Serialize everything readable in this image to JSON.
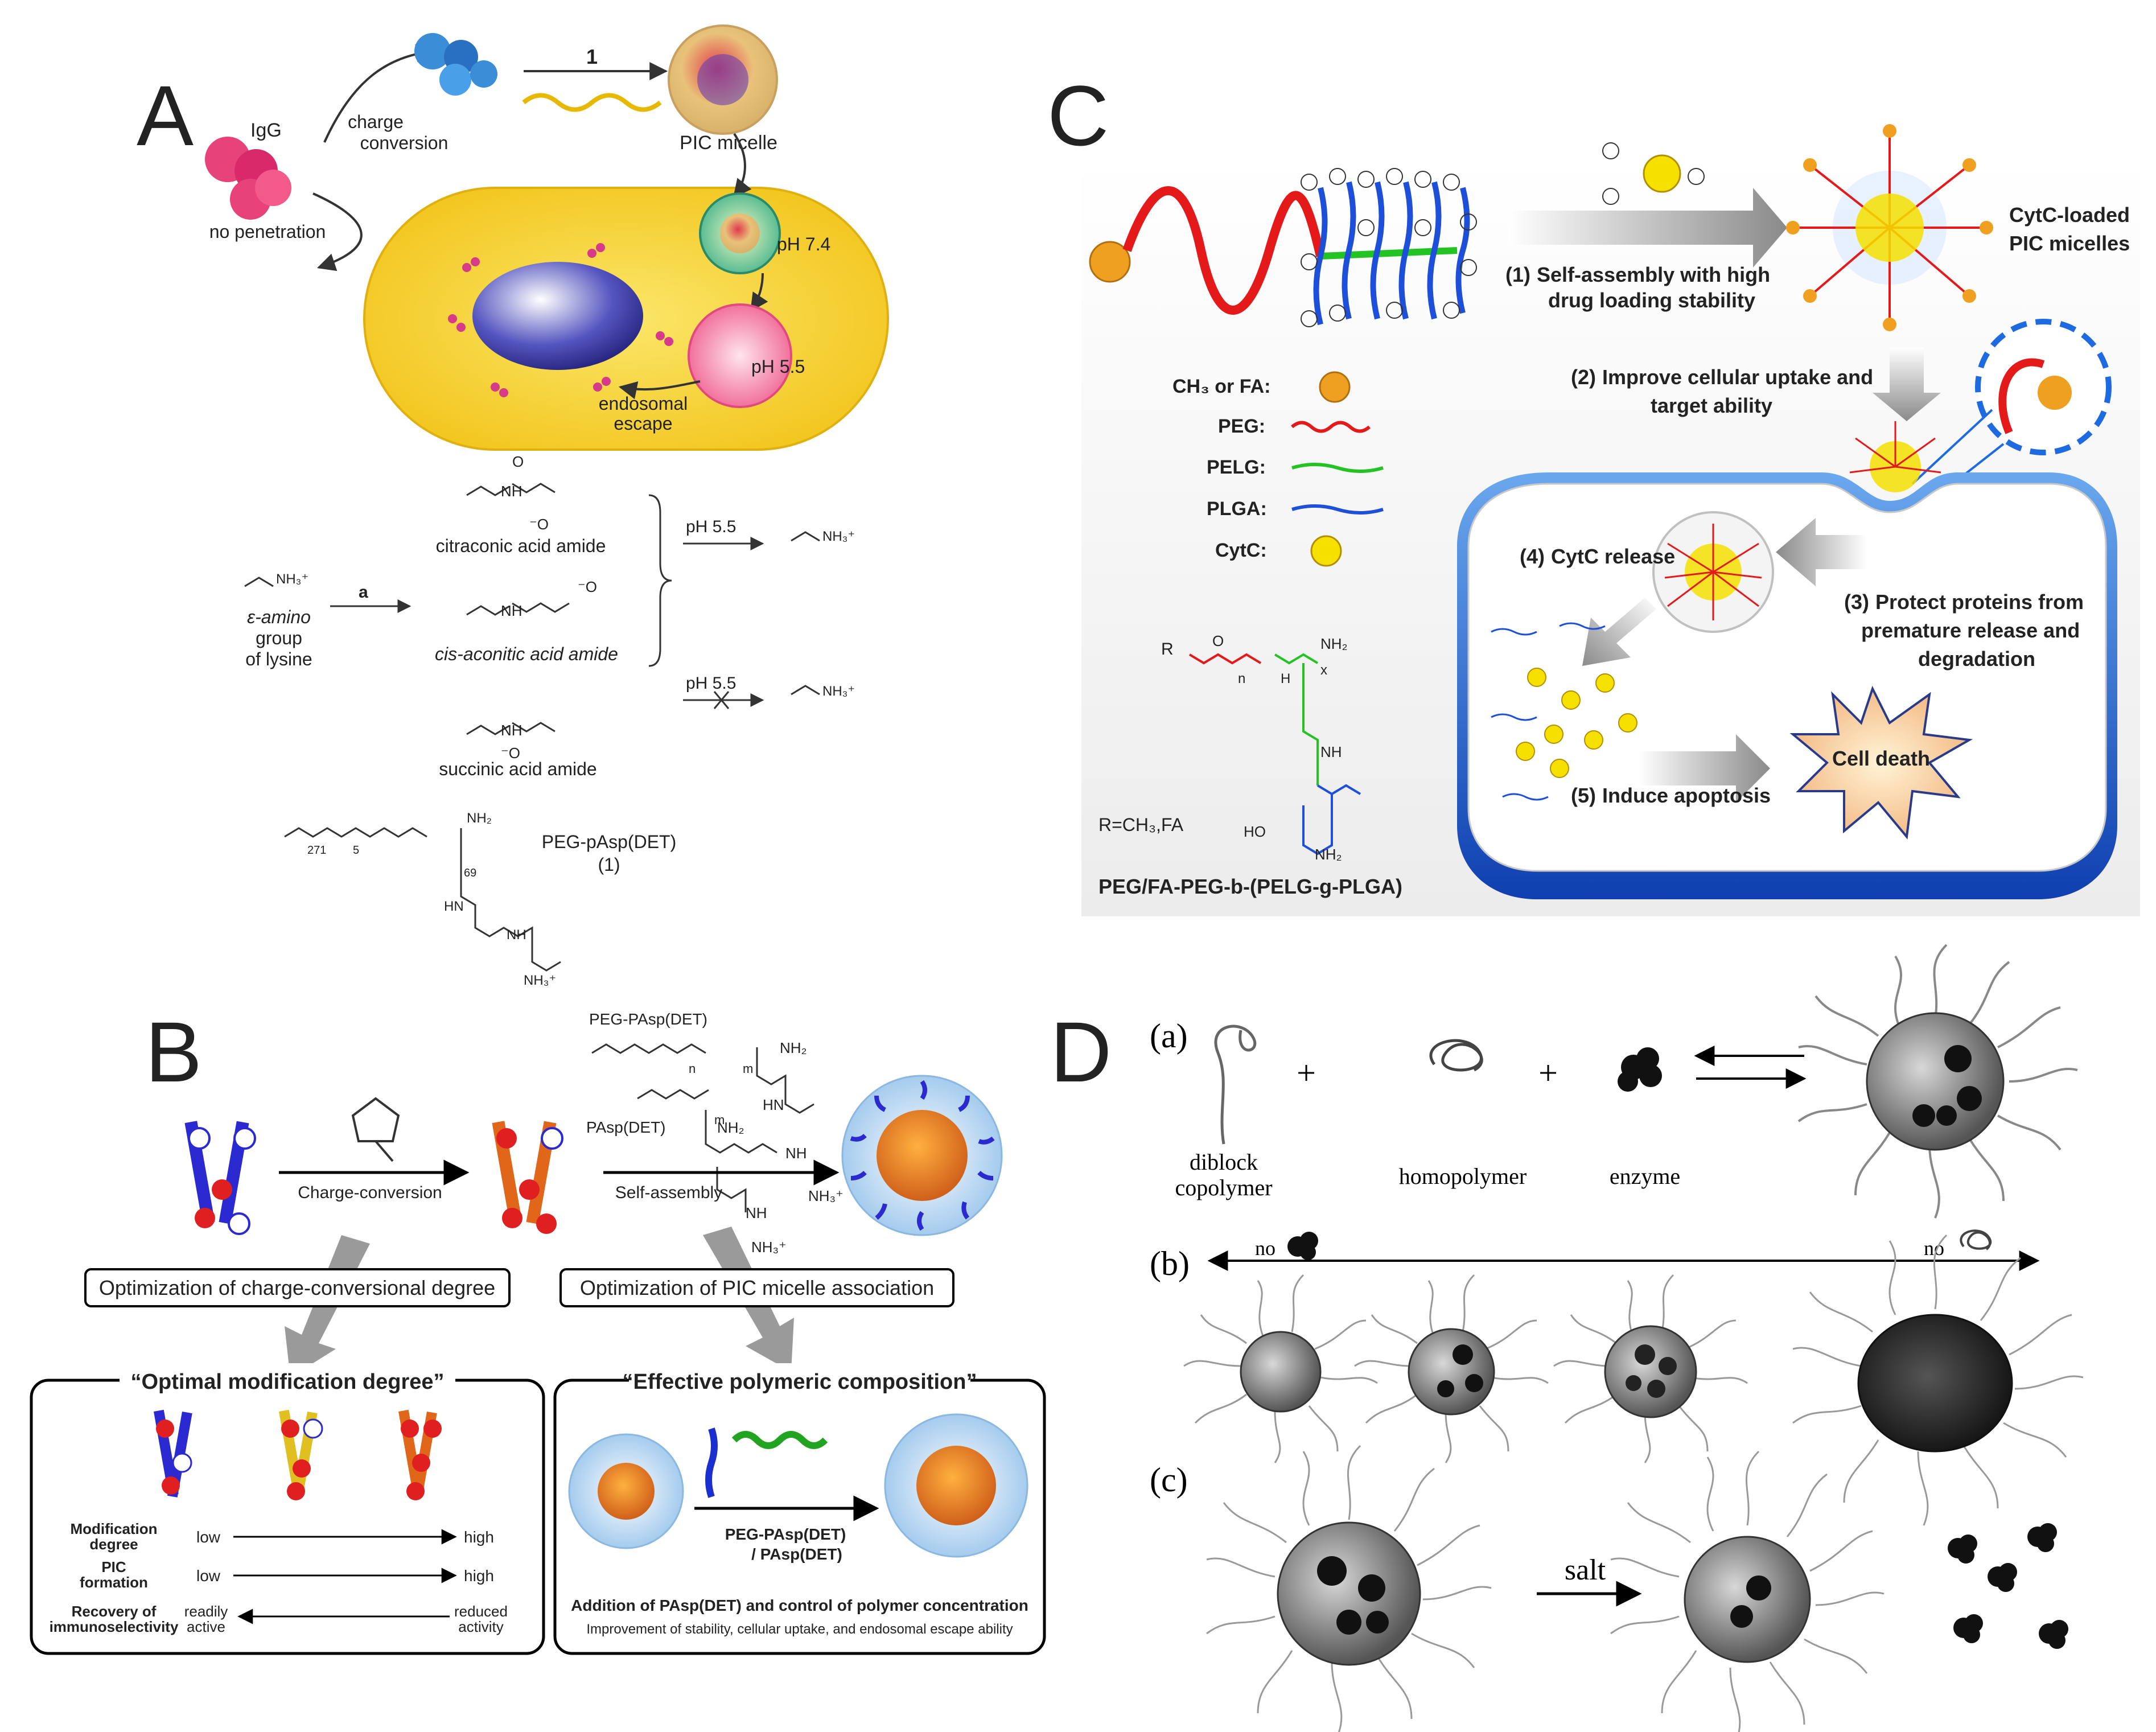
{
  "panel_labels": {
    "a": "A",
    "b": "B",
    "c": "C",
    "d": "D"
  },
  "panelA": {
    "igg": "IgG",
    "charge_line1": "charge",
    "charge_line2": "conversion",
    "arrow_num": "1",
    "pic_micelle": "PIC micelle",
    "no_penetration": "no penetration",
    "ph74": "pH 7.4",
    "ph55": "pH 5.5",
    "endo_line1": "endosomal",
    "endo_line2": "escape",
    "citraconic": "citraconic acid amide",
    "cis_aconitic": "cis-aconitic acid amide",
    "succinic": "succinic acid amide",
    "ph55_top": "pH 5.5",
    "ph55_bot": "pH 5.5",
    "arrow_a": "a",
    "eps_line1": "ε-amino",
    "eps_line2": "group",
    "eps_line3": "of lysine",
    "nh3": "NH₃⁺",
    "nh": "NH",
    "o": "O",
    "ominus": "⁻O",
    "peg_pasp": "PEG-pAsp(DET)",
    "peg_pasp_num": "(1)",
    "sub271": "271",
    "sub5": "5",
    "sub69": "69",
    "hn": "HN",
    "nh2": "NH₂"
  },
  "panelB": {
    "charge_conversion": "Charge-conversion",
    "peg_pasp_det": "PEG-PAsp(DET)",
    "pasp_det": "PAsp(DET)",
    "self_assembly": "Self-assembly",
    "m": "m",
    "n": "n",
    "nh2": "NH₂",
    "nh": "NH",
    "nh3": "NH₃⁺",
    "hn": "HN",
    "opt_charge": "Optimization of charge-conversional degree",
    "opt_pic": "Optimization of PIC micelle association",
    "optimal_mod": "“Optimal modification degree”",
    "effective_poly": "“Effective polymeric composition”",
    "mod_line1": "Modification",
    "mod_line2": "degree",
    "pic_line1": "PIC",
    "pic_line2": "formation",
    "rec_line1": "Recovery of",
    "rec_line2": "immunoselectivity",
    "low": "low",
    "high": "high",
    "readily_line1": "readily",
    "readily_line2": "active",
    "reduced_line1": "reduced",
    "reduced_line2": "activity",
    "peg_pasp2": "PEG-PAsp(DET)",
    "pasp2": "/ PAsp(DET)",
    "addition": "Addition of PAsp(DET) and control of polymer concentration",
    "improvement": "Improvement of stability, cellular uptake, and endosomal escape ability"
  },
  "panelC": {
    "step1_num": "(1)",
    "step1_line1": "Self-assembly with high",
    "step1_line2": "drug loading stability",
    "cytc_loaded_line1": "CytC-loaded",
    "cytc_loaded_line2": "PIC micelles",
    "step2_num": "(2)",
    "step2_line1": "Improve cellular uptake and",
    "step2_line2": "target ability",
    "ch3_fa": "CH₃ or FA:",
    "peg": "PEG:",
    "pelg": "PELG:",
    "plga": "PLGA:",
    "cytc": "CytC:",
    "step4_num": "(4)",
    "step4": "CytC release",
    "step3_num": "(3)",
    "step3_line1": "Protect proteins from",
    "step3_line2": "premature release and",
    "step3_line3": "degradation",
    "cell_death": "Cell death",
    "step5_num": "(5)",
    "step5": "Induce apoptosis",
    "r_ch3fa": "R=CH₃,FA",
    "polymer_name": "PEG/FA-PEG-b-(PELG-g-PLGA)",
    "r": "R",
    "nh2": "NH₂",
    "x": "x",
    "n": "n",
    "o": "O",
    "ho": "HO",
    "nh": "NH",
    "h": "H"
  },
  "panelD": {
    "a": "(a)",
    "b": "(b)",
    "c": "(c)",
    "diblock_line1": "diblock",
    "diblock_line2": "copolymer",
    "homopolymer": "homopolymer",
    "enzyme": "enzyme",
    "plus": "+",
    "no_left": "no",
    "no_right": "no",
    "salt": "salt"
  },
  "colors": {
    "cell_yellow": "#f7d53a",
    "nucleus_blue": "#3a3aa8",
    "peg_red": "#e41a1a",
    "pelg_green": "#22c322",
    "plga_blue": "#1e4fd8",
    "fa_orange": "#f0a020",
    "highlight_red": "#e41a1a",
    "step_blue": "#1a2fd0"
  }
}
